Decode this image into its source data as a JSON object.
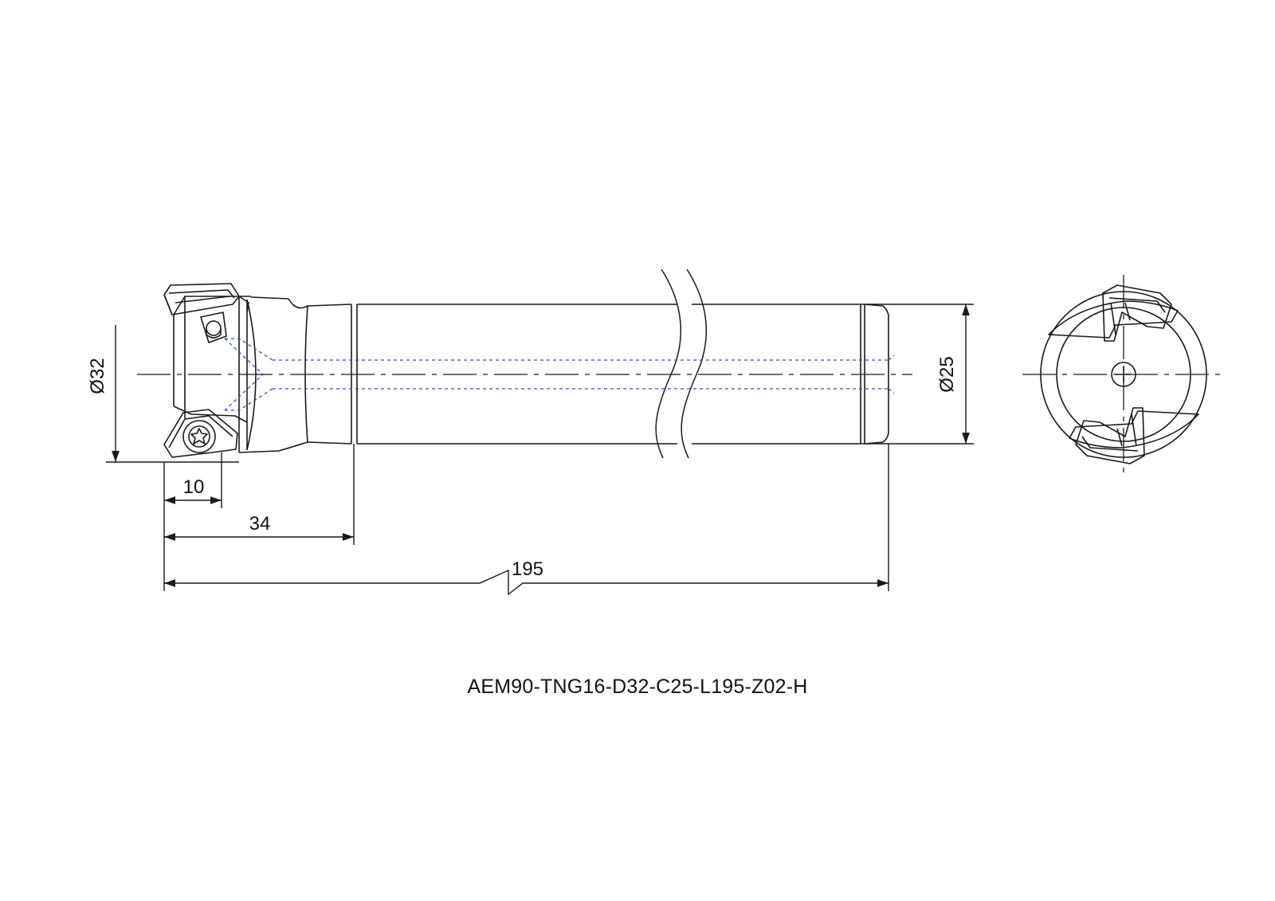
{
  "dimensions": {
    "d32": "Ø32",
    "d25": "Ø25",
    "len10": "10",
    "len34": "34",
    "len195": "195"
  },
  "part_code": "AEM90-TNG16-D32-C25-L195-Z02-H",
  "colors": {
    "line": "#1a1a1a",
    "coolant": "#2f4fbf"
  }
}
